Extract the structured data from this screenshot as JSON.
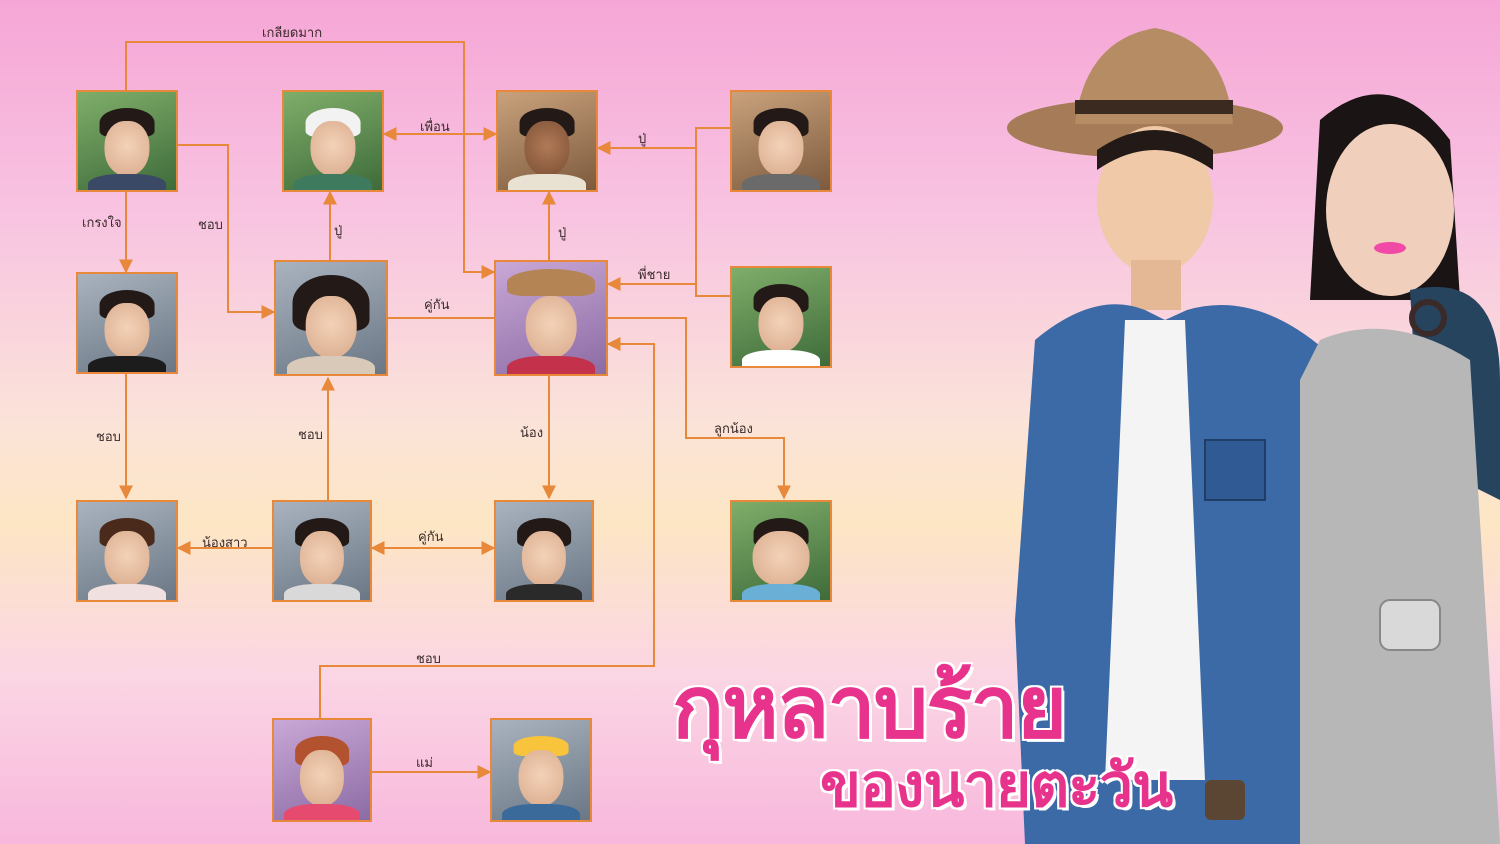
{
  "title": {
    "line1": "กุหลาบร้าย",
    "line2": "ของนายตะวัน"
  },
  "colors": {
    "link": "#e8883a",
    "title": "#e8338d"
  },
  "relations": {
    "hate_much": "เกลียดมาก",
    "friend": "เพื่อน",
    "grandpa_a": "ปู่",
    "grandpa_b": "ปู่",
    "grandpa_c": "ปู่",
    "fear": "เกรงใจ",
    "likes_a": "ชอบ",
    "older_brother": "พี่ชาย",
    "couple_a": "คู่กัน",
    "likes_b": "ชอบ",
    "likes_c": "ชอบ",
    "younger_sibling": "น้อง",
    "subordinate": "ลูกน้อง",
    "younger_sister": "น้องสาว",
    "couple_b": "คู่กัน",
    "likes_d": "ชอบ",
    "mother": "แม่"
  },
  "characters": [
    "character-1",
    "character-2",
    "character-3",
    "character-4",
    "character-5",
    "character-6",
    "character-7",
    "character-8",
    "character-9",
    "character-10",
    "character-11",
    "character-12",
    "character-13",
    "character-14",
    "character-15",
    "character-16"
  ]
}
